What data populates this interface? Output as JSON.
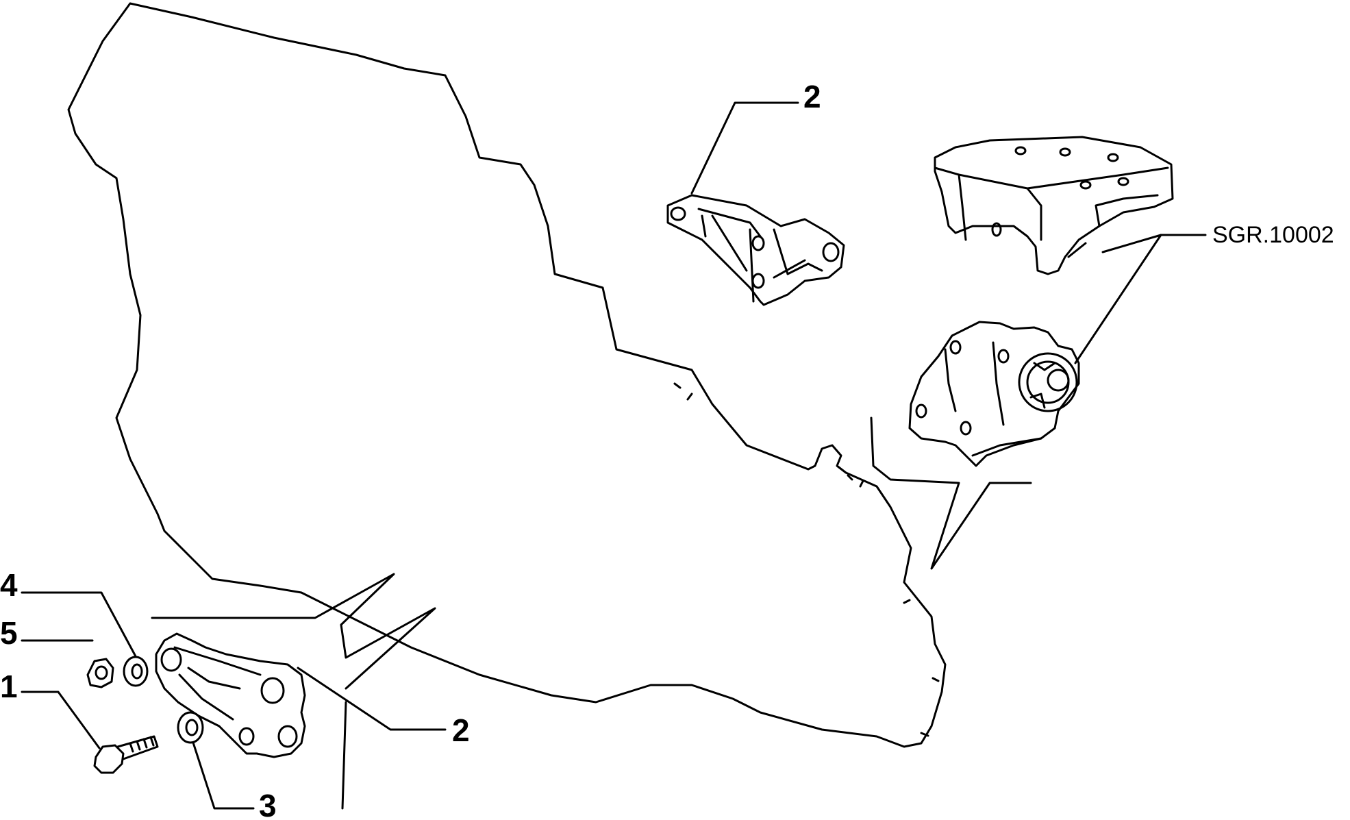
{
  "labels": {
    "item_1": "1",
    "item_2_top": "2",
    "item_2_bottom": "2",
    "item_3": "3",
    "item_4": "4",
    "item_5": "5",
    "reference": "SGR.10002"
  },
  "colors": {
    "line": "#000000",
    "background": "#ffffff"
  }
}
